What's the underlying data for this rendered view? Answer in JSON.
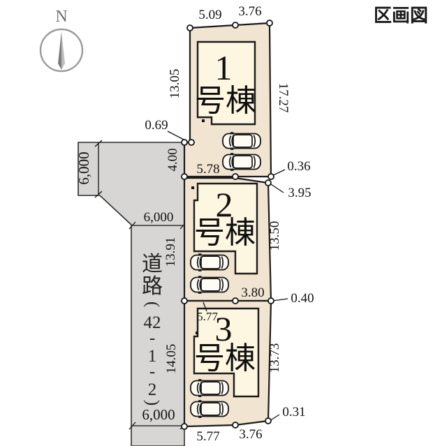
{
  "header": {
    "title": "区画図"
  },
  "compass": {
    "north": "N"
  },
  "buildings": [
    {
      "number": "1",
      "suffix": "号棟"
    },
    {
      "number": "2",
      "suffix": "号棟"
    },
    {
      "number": "3",
      "suffix": "号棟"
    }
  ],
  "road": {
    "label_chars": [
      "道",
      "路",
      "(",
      "42",
      "-",
      "1",
      "-",
      "2",
      ")"
    ],
    "width_left": "6,000",
    "width_mid": "6,000",
    "width_bottom": "6,000"
  },
  "dimensions": {
    "top_edge_left": "5.09",
    "top_edge_right": "3.76",
    "lot1_left": "13.05",
    "lot1_right": "17.27",
    "lot1_jog": "0.69",
    "lot1_left_lower": "4.00",
    "lot1_bottom": "5.78",
    "right_offset_1": "0.36",
    "lot2_top_right": "3.95",
    "lot2_left": "13.91",
    "lot2_right": "13.50",
    "lot2_bottom": "3.80",
    "right_offset_2": "0.40",
    "lot3_inner_top": "5.77",
    "lot3_left": "14.05",
    "lot3_right": "13.73",
    "right_offset_3": "0.31",
    "bottom_edge_left": "5.77",
    "bottom_edge_right": "3.76"
  },
  "colors": {
    "lot_fill": "#f1e4d0",
    "building_fill": "#fdf6e1",
    "road_fill": "#d7d6d4",
    "line": "#1b1b1b",
    "compass_grey": "#8a8a8a"
  }
}
